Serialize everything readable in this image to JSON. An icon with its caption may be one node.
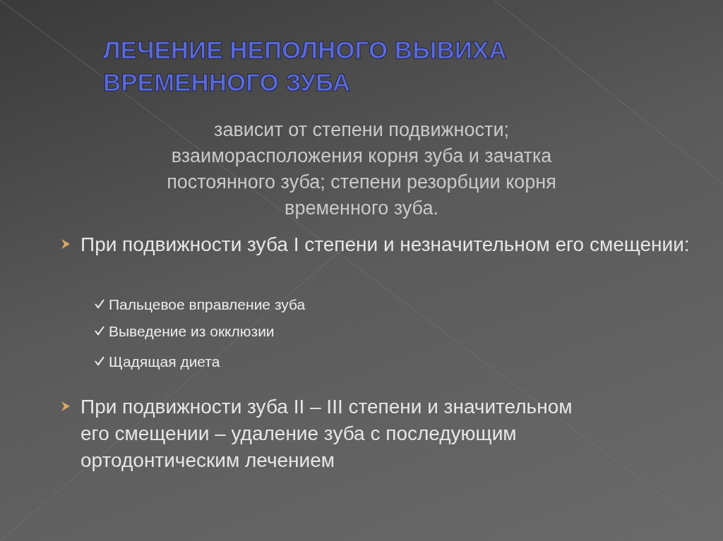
{
  "diagram": {
    "title": "ЛЕЧЕНИЕ НЕПОЛНОГО ВЫВИХА ВРЕМЕННОГО ЗУБА",
    "labels": [
      "зависит от степени подвижности; взаиморасположения корня зуба и зачатка постоянного зуба; степени резорбции корня временного зуба.",
      "При подвижности зуба I степени и незначительном его смещении:",
      "Пальцевое вправление зуба",
      "Выведение из окклюзии",
      "Щадящая диета",
      "При подвижности зуба II – III степени и значительном его смещении – удаление зуба с последующим ортодонтическим лечением"
    ]
  }
}
